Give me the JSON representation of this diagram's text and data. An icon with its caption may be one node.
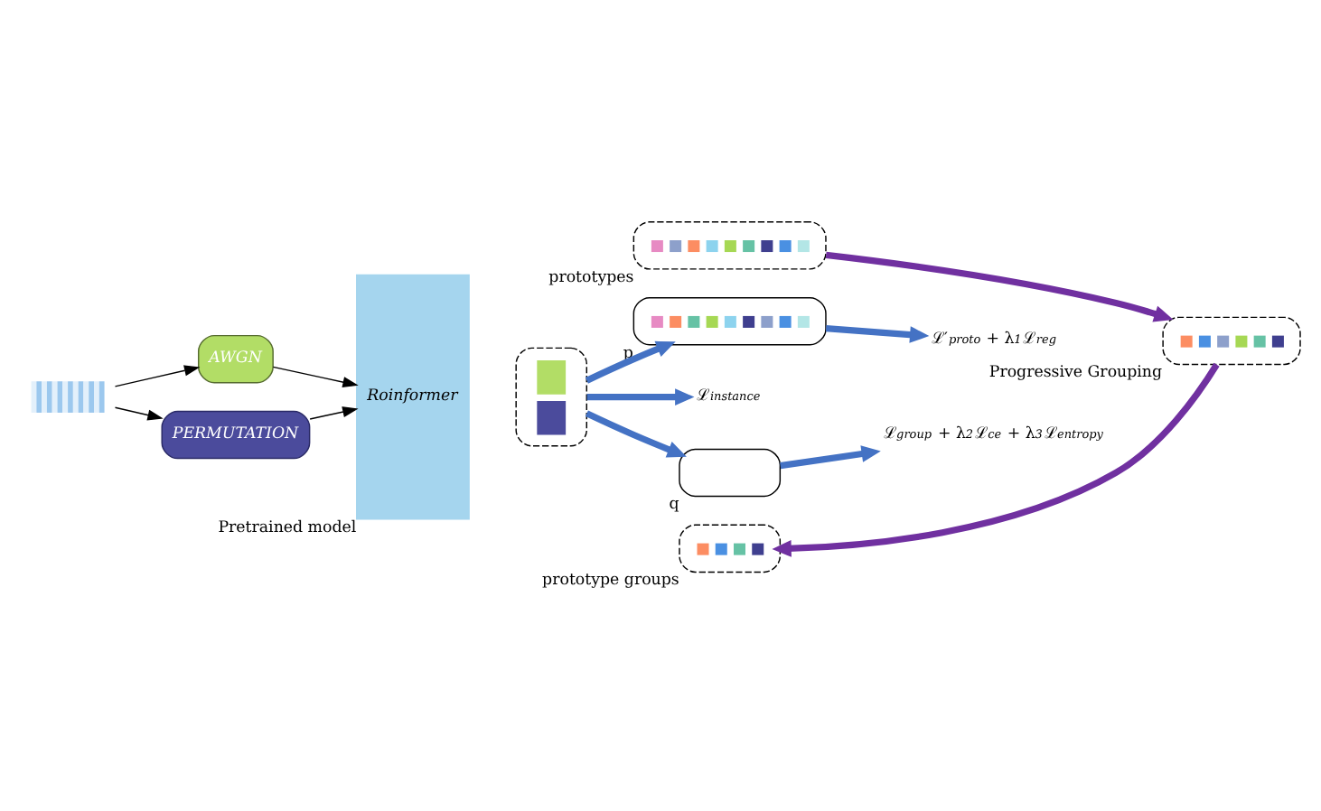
{
  "diagram": {
    "nodes": [
      {
        "text": [],
        "shape": "picture"
      },
      {
        "text": [
          "AWGN"
        ]
      },
      {
        "text": [
          "PERMUTATION"
        ]
      },
      {
        "text": [
          "Roinformer"
        ],
        "beside": [
          "Pretrained model"
        ]
      },
      {
        "text": [],
        "shape": "box"
      },
      {
        "text": [],
        "shape": "box",
        "beside": [
          "prototypes"
        ]
      },
      {
        "text": [],
        "shape": "box",
        "beside": [
          "p"
        ]
      },
      {
        "text": [
          "ℒ′$_{proto}$ + λ$_{1}$ℒ$_{reg}$"
        ]
      },
      {
        "text": [
          "ℒ$_{instance}$"
        ]
      },
      {
        "text": [],
        "shape": "box",
        "beside": [
          "q"
        ]
      },
      {
        "text": [
          "ℒ$_{group}$ + λ$_{2}$ℒ$_{ce}$ + λ$_{3}$ℒ$_{entropy}$"
        ]
      },
      {
        "text": [],
        "shape": "box",
        "beside": [
          "prototype groups"
        ]
      },
      {
        "text": [],
        "shape": "box",
        "beside": [
          "Progressive Grouping"
        ]
      }
    ],
    "edges": [
      {
        "from": 0,
        "to": 1,
        "arrow": "to",
        "color": "#000000"
      },
      {
        "from": 0,
        "to": 2,
        "arrow": "to",
        "color": "#000000"
      },
      {
        "from": 1,
        "to": 3,
        "arrow": "to",
        "color": "#000000"
      },
      {
        "from": 2,
        "to": 3,
        "arrow": "to",
        "color": "#000000"
      },
      {
        "from": 4,
        "to": 6,
        "arrow": "to",
        "color": "#4472c4"
      },
      {
        "from": 4,
        "to": 8,
        "arrow": "to",
        "color": "#4472c4"
      },
      {
        "from": 4,
        "to": 9,
        "arrow": "to",
        "color": "#4472c4"
      },
      {
        "from": 6,
        "to": 7,
        "arrow": "to",
        "color": "#4472c4"
      },
      {
        "from": 9,
        "to": 10,
        "arrow": "to",
        "color": "#4472c4"
      },
      {
        "from": 5,
        "to": 12,
        "arrow": "to",
        "color": "#7030a0"
      },
      {
        "from": 12,
        "to": 11,
        "arrow": "to",
        "color": "#7030a0"
      }
    ]
  }
}
